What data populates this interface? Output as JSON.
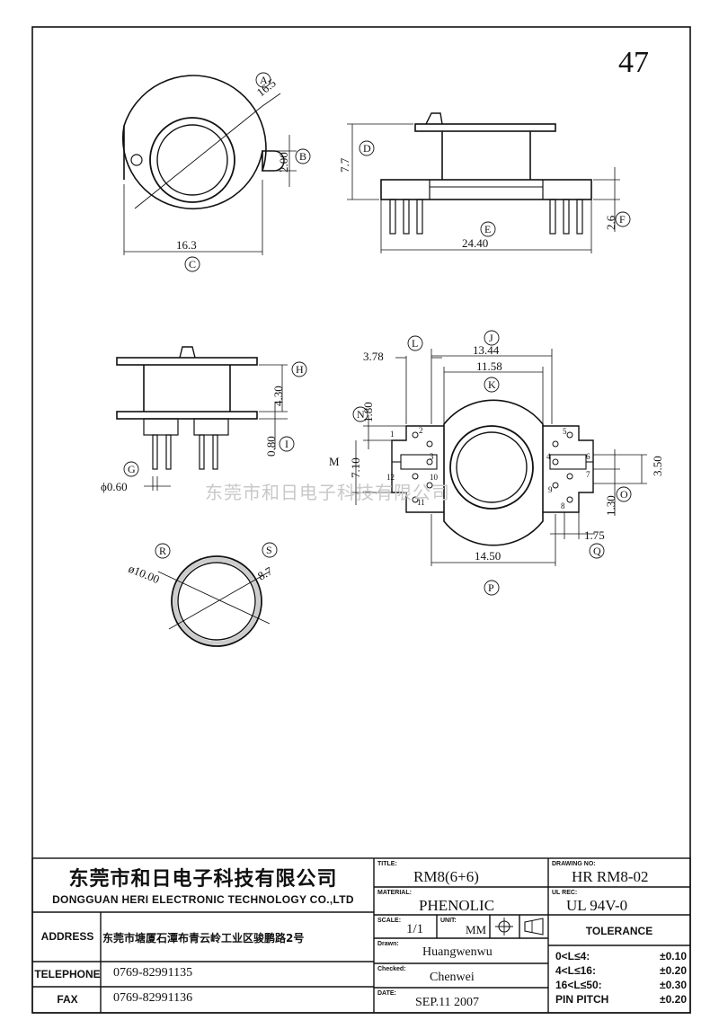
{
  "page_number": "47",
  "watermark": "东莞市和日电子科技有限公司",
  "dimensions": {
    "d_16_5": "16.5",
    "d_2_00": "2.00",
    "d_16_3": "16.3",
    "d_7_7": "7.7",
    "d_24_40": "24.40",
    "d_2_6": "2.6",
    "d_4_30": "4.30",
    "d_0_80": "0.80",
    "d_phi_0_60": "ϕ0.60",
    "d_3_78": "3.78",
    "d_13_44": "13.44",
    "d_11_58": "11.58",
    "d_1_80": "1.80",
    "d_m": "M",
    "d_7_10": "7.10",
    "d_3_50": "3.50",
    "d_1_30": "1.30",
    "d_1_75": "1.75",
    "d_14_50": "14.50",
    "d_phi_10_00": "ø10.00",
    "d_8_7": "8.7"
  },
  "callouts": {
    "A": "A",
    "B": "B",
    "C": "C",
    "D": "D",
    "E": "E",
    "F": "F",
    "G": "G",
    "H": "H",
    "I": "I",
    "J": "J",
    "K": "K",
    "L": "L",
    "N": "N",
    "O": "O",
    "P": "P",
    "Q": "Q",
    "R": "R",
    "S": "S"
  },
  "pins": {
    "p1": "1",
    "p2": "2",
    "p3": "3",
    "p4": "4",
    "p5": "5",
    "p6": "6",
    "p7": "7",
    "p8": "8",
    "p9": "9",
    "p10": "10",
    "p11": "11",
    "p12": "12"
  },
  "title_block": {
    "company_cn": "东莞市和日电子科技有限公司",
    "company_en": "DONGGUAN HERI ELECTRONIC TECHNOLOGY CO.,LTD",
    "address_label": "ADDRESS",
    "address_value": "东莞市塘厦石潭布青云岭工业区骏鹏路2号",
    "telephone_label": "TELEPHONE",
    "telephone_value": "0769-82991135",
    "fax_label": "FAX",
    "fax_value": "0769-82991136",
    "title_label": "TITLE:",
    "title_value": "RM8(6+6)",
    "material_label": "MATERIAL:",
    "material_value": "PHENOLIC",
    "scale_label": "SCALE:",
    "scale_value": "1/1",
    "unit_label": "UNIT:",
    "unit_value": "MM",
    "drawn_label": "Drawn:",
    "drawn_value": "Huangwenwu",
    "checked_label": "Checked:",
    "checked_value": "Chenwei",
    "date_label": "DATE:",
    "date_value": "SEP.11 2007",
    "drawing_no_label": "DRAWING NO:",
    "drawing_no_value": "HR RM8-02",
    "ul_rec_label": "UL REC:",
    "ul_rec_value": "UL 94V-0",
    "tolerance_label": "TOLERANCE",
    "tolerances": [
      {
        "range": "0<L≤4:",
        "value": "±0.10"
      },
      {
        "range": "4<L≤16:",
        "value": "±0.20"
      },
      {
        "range": "16<L≤50:",
        "value": "±0.30"
      },
      {
        "range": "PIN PITCH",
        "value": "±0.20"
      }
    ]
  }
}
